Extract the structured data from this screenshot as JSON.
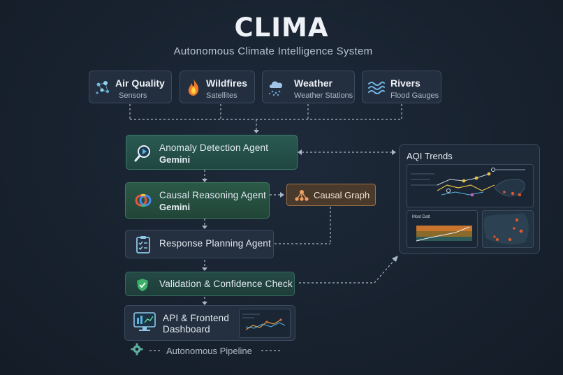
{
  "title": "CLIMA",
  "subtitle": "Autonomous Climate Intelligence System",
  "sources": [
    {
      "label": "Air Quality",
      "sub": "Sensors",
      "icon": "sensor-network-icon"
    },
    {
      "label": "Wildfires",
      "sub": "Satellites",
      "icon": "fire-icon"
    },
    {
      "label": "Weather",
      "sub": "Weather Stations",
      "icon": "cloud-rain-icon"
    },
    {
      "label": "Rivers",
      "sub": "Flood Gauges",
      "icon": "waves-icon"
    }
  ],
  "agents": {
    "anomaly": {
      "label": "Anomaly Detection Agent",
      "model": "Gemini",
      "icon": "magnifier-icon"
    },
    "causal": {
      "label": "Causal Reasoning Agent",
      "model": "Gemini",
      "icon": "gemini-logo-icon"
    },
    "response": {
      "label": "Response Planning Agent",
      "icon": "clipboard-icon"
    },
    "validation": {
      "label": "Validation & Confidence Check",
      "icon": "shield-check-icon"
    },
    "api": {
      "label_line1": "API & Frontend",
      "label_line2": "Dashboard",
      "icon": "monitor-icon"
    }
  },
  "causal_graph": {
    "label": "Causal Graph",
    "icon": "graph-nodes-icon"
  },
  "aqi_panel": {
    "title": "AQI Trends",
    "mini_chart_label": "Most Datt"
  },
  "footer": {
    "label": "Autonomous Pipeline",
    "icon": "gear-icon"
  },
  "colors": {
    "background": "#18222f",
    "accent_teal": "#3c7a6b",
    "accent_orange": "#9b7048",
    "fire": "#e2572b"
  }
}
